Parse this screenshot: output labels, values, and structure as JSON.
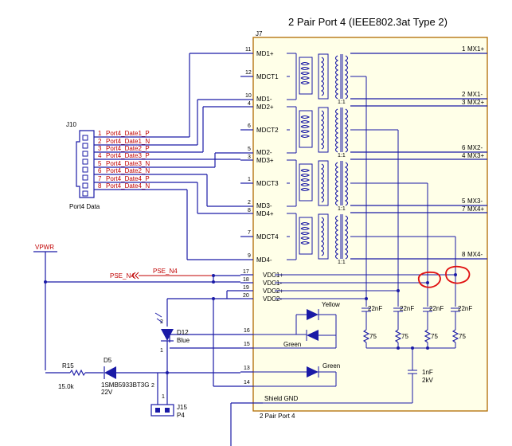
{
  "title": "2 Pair Port 4 (IEEE802.3at Type 2)",
  "j7": {
    "ref": "J7",
    "footer": "2 Pair Port 4",
    "left_pins": [
      {
        "num": "11",
        "name": "MD1+"
      },
      {
        "num": "12",
        "name": "MDCT1"
      },
      {
        "num": "10",
        "name": "MD1-"
      },
      {
        "num": "4",
        "name": "MD2+"
      },
      {
        "num": "6",
        "name": "MDCT2"
      },
      {
        "num": "5",
        "name": "MD2-"
      },
      {
        "num": "3",
        "name": "MD3+"
      },
      {
        "num": "1",
        "name": "MDCT3"
      },
      {
        "num": "2",
        "name": "MD3-"
      },
      {
        "num": "8",
        "name": "MD4+"
      },
      {
        "num": "7",
        "name": "MDCT4"
      },
      {
        "num": "9",
        "name": "MD4-"
      },
      {
        "num": "17",
        "name": "VDC1+"
      },
      {
        "num": "18",
        "name": "VDC1-"
      },
      {
        "num": "19",
        "name": "VDC2+"
      },
      {
        "num": "20",
        "name": "VDC2-"
      }
    ],
    "right_pins": [
      {
        "num": "1",
        "name": "MX1+"
      },
      {
        "num": "2",
        "name": "MX1-"
      },
      {
        "num": "3",
        "name": "MX2+"
      },
      {
        "num": "6",
        "name": "MX2-"
      },
      {
        "num": "4",
        "name": "MX3+"
      },
      {
        "num": "5",
        "name": "MX3-"
      },
      {
        "num": "7",
        "name": "MX4+"
      },
      {
        "num": "8",
        "name": "MX4-"
      }
    ],
    "ratio": "1:1",
    "led_pins": [
      "16",
      "15",
      "13",
      "14"
    ],
    "led_yellow": "Yellow",
    "led_green": "Green",
    "led_green2": "Green",
    "caps": [
      "22nF",
      "22nF",
      "22nF",
      "22nF"
    ],
    "res": [
      "75",
      "75",
      "75",
      "75"
    ],
    "hv_cap": "1nF",
    "hv_rating": "2kV",
    "shield": "Shield GND"
  },
  "j10": {
    "ref": "J10",
    "label": "Port4 Data",
    "pins": [
      {
        "num": "1",
        "net": "Port4_Date1_P"
      },
      {
        "num": "2",
        "net": "Port4_Date1_N"
      },
      {
        "num": "3",
        "net": "Port4_Date2_P"
      },
      {
        "num": "4",
        "net": "Port4_Date3_P"
      },
      {
        "num": "5",
        "net": "Port4_Date3_N"
      },
      {
        "num": "6",
        "net": "Port4_Date2_N"
      },
      {
        "num": "7",
        "net": "Port4_Date4_P"
      },
      {
        "num": "8",
        "net": "Port4_Date4_N"
      }
    ]
  },
  "vpwr": "VPWR",
  "pse_n4_flag": "PSE_N4",
  "pse_n4_wire": "PSE_N4",
  "r15": {
    "ref": "R15",
    "value": "15.0k"
  },
  "d5": {
    "ref": "D5",
    "part": "1SMB5933BT3G",
    "voltage": "22V"
  },
  "d12": {
    "ref": "D12",
    "color": "Blue",
    "pin_top": "2",
    "pin_bot": "1"
  },
  "j15": {
    "ref": "J15",
    "label": "P4",
    "pin_top": "2",
    "pin_bot": "1"
  },
  "colors": {
    "wire": "#1a1aa6",
    "box": "#b06b00",
    "net_label": "#c00000"
  }
}
